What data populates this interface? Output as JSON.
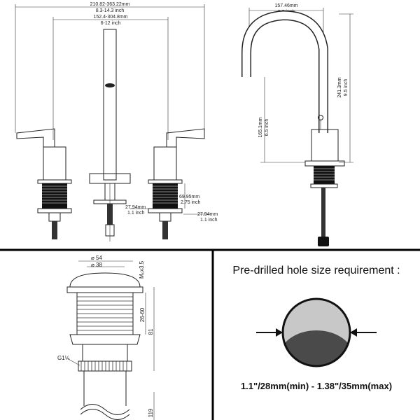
{
  "faucet_front": {
    "overall_width_mm": "210.82-363.22mm",
    "overall_width_in": "8.3-14.3 inch",
    "center_spread_mm": "152.4-304.8mm",
    "center_spread_in": "6-12 inch",
    "valve_shank_mm": "69.95mm",
    "valve_shank_in": "2.75 inch",
    "spout_shank_mm": "27.94mm",
    "spout_shank_in": "1.1 inch",
    "valve_thread_mm": "27.94mm",
    "valve_thread_in": "1.1 inch"
  },
  "faucet_side": {
    "reach_mm": "157.46mm",
    "reach_in": "6.2 inch",
    "height_mm": "241.3mm",
    "height_in": "9.5 inch",
    "spout_height_mm": "165.1mm",
    "spout_height_in": "6.5 inch"
  },
  "drain": {
    "outer_dia": "⌀ 54",
    "inner_dia": "⌀ 38",
    "thread_size": "M₀x3.5",
    "adjust_range": "26-60",
    "body_height": "81",
    "total_height": "119",
    "pipe_thread": "G1¼"
  },
  "hole_requirement": {
    "title": "Pre-drilled hole size requirement :",
    "range": "1.1\"/28mm(min) - 1.38\"/35mm(max)",
    "colors": {
      "top": "#c8c8c8",
      "bottom": "#4a4a4a",
      "outline": "#111111"
    }
  }
}
